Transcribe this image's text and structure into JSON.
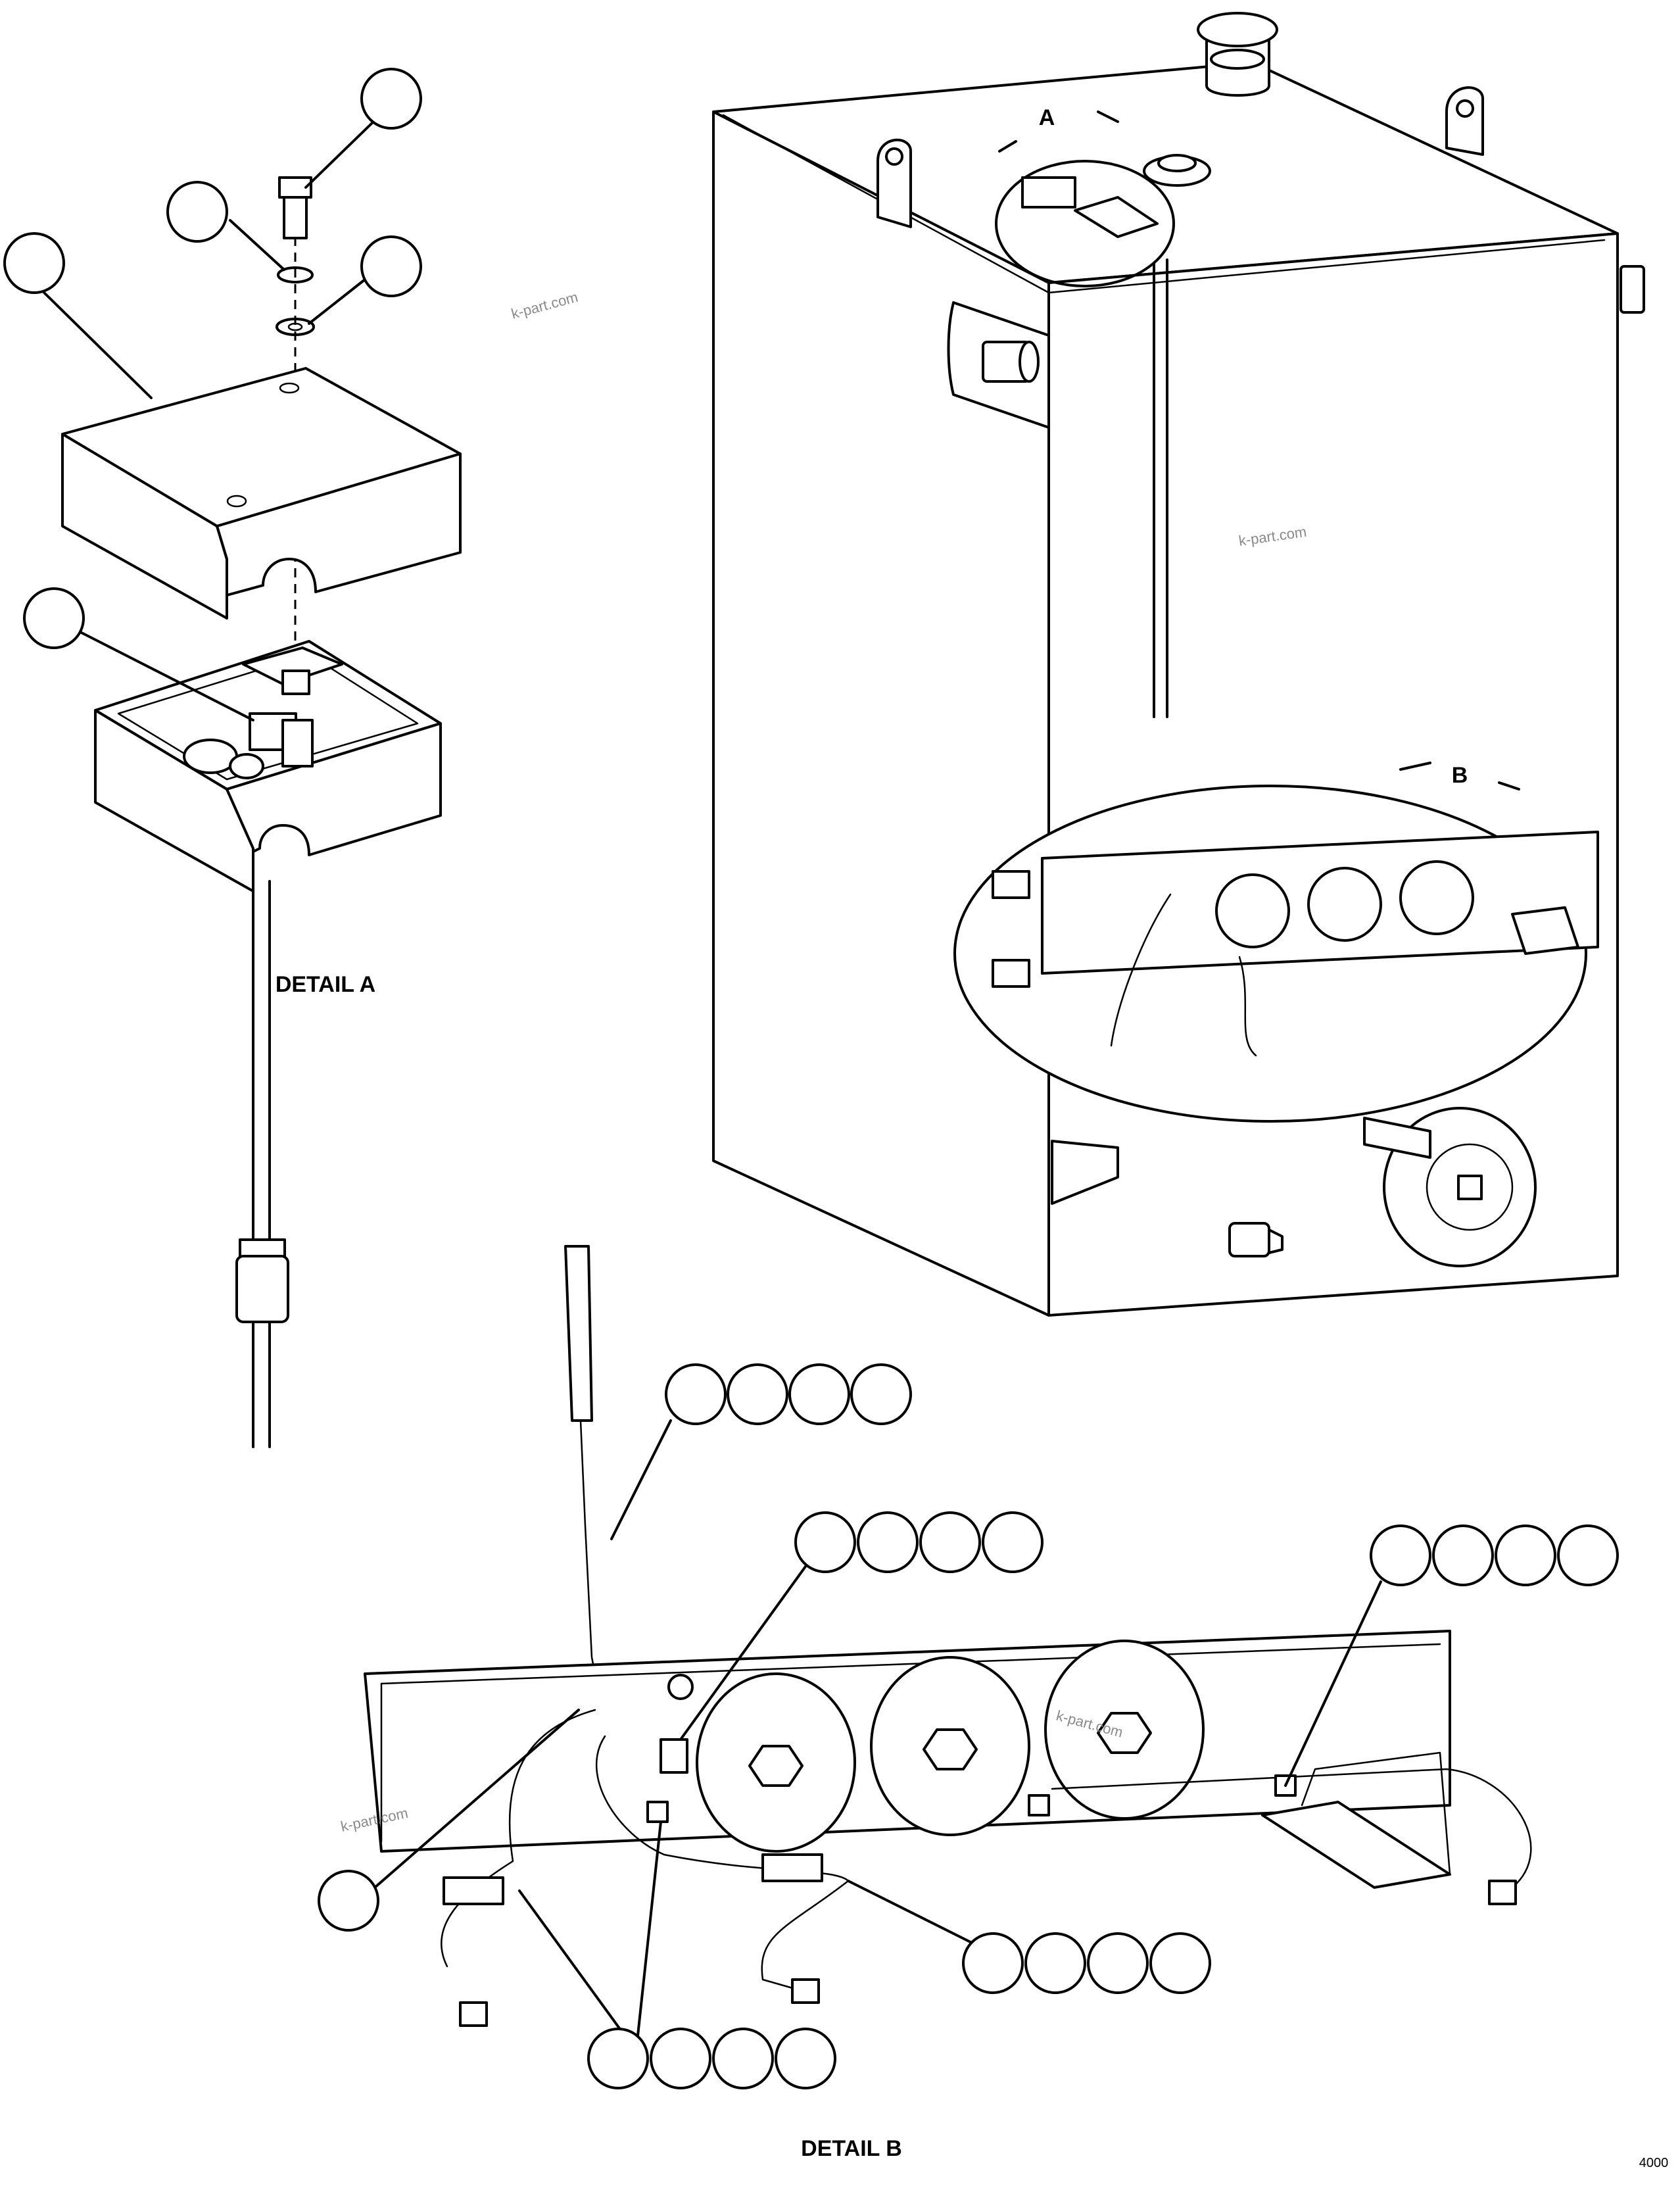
{
  "labels": {
    "detail_a": "DETAIL A",
    "detail_b": "DETAIL B",
    "view_a": "A",
    "view_b": "B"
  },
  "watermarks": [
    "k-part.com",
    "k-part.com",
    "k-part.com",
    "k-part.com"
  ],
  "drawing_code": "4000"
}
